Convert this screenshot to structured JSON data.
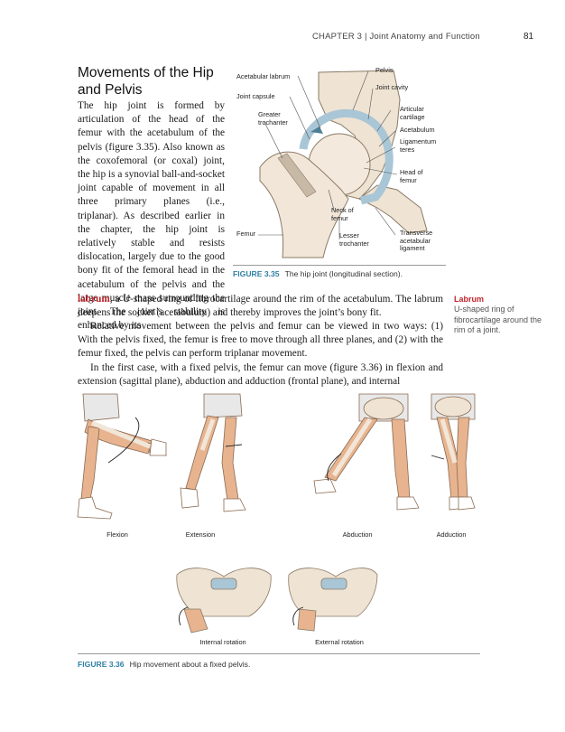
{
  "header": {
    "running_head": "CHAPTER 3 | Joint Anatomy and Function",
    "page_number": "81"
  },
  "section": {
    "title": "Movements of the Hip and Pelvis"
  },
  "body": {
    "p1_col": "The hip joint is formed by articulation of the head of the femur with the acetabulum of the pelvis (figure 3.35). Also known as the coxofemoral (or coxal) joint, the hip is a synovial ball-and-socket joint capable of movement in all three primary planes (i.e., triplanar). As described earlier in the chapter, the hip joint is relatively stable and resists dislocation, largely due to the good bony fit of the femoral head in the acetabulum of the pelvis and the large muscle mass surrounding the joint. The joint’s stability is enhanced by its",
    "p1_term": "labrum",
    "p1_rest": ", a U-shaped ring of fibrocartilage around the rim of the acetabulum. The labrum deepens the socket (acetabulum) and thereby improves the joint’s bony fit.",
    "p2": "Relative movement between the pelvis and femur can be viewed in two ways: (1) With the pelvis fixed, the femur is free to move through all three planes, and (2) with the femur fixed, the pelvis can perform triplanar movement.",
    "p3": "In the first case, with a fixed pelvis, the femur can move (figure 3.36) in flexion and extension (sagittal plane), abduction and adduction (frontal plane), and internal"
  },
  "sidenote": {
    "term": "Labrum",
    "definition": "U-shaped ring of fibrocartilage around the rim of a joint."
  },
  "figure_335": {
    "number": "FIGURE 3.35",
    "caption": "The hip joint (longitudinal section).",
    "labels": {
      "acetabular_labrum": "Acetabular labrum",
      "pelvis": "Pelvis",
      "joint_capsule": "Joint capsule",
      "joint_cavity": "Joint cavity",
      "greater_trochanter": "Greater trochanter",
      "articular_cartilage": "Articular cartilage",
      "acetabulum": "Acetabulum",
      "ligamentum_teres": "Ligamentum teres",
      "head_of_femur": "Head of femur",
      "neck_of_femur": "Neck of femur",
      "femur": "Femur",
      "lesser_trochanter": "Lesser trochanter",
      "transverse_acetabular_ligament": "Transverse acetabular ligament"
    }
  },
  "figure_336": {
    "number": "FIGURE 3.36",
    "caption": "Hip movement about a fixed pelvis.",
    "labels": {
      "flexion": "Flexion",
      "extension": "Extension",
      "abduction": "Abduction",
      "adduction": "Adduction",
      "internal_rotation": "Internal rotation",
      "external_rotation": "External rotation"
    }
  },
  "colors": {
    "accent_red": "#c0262d",
    "figure_blue": "#2f7fa4",
    "skin": "#e7b48f",
    "bone": "#f1e6d8",
    "cartilage": "#a9c6d6"
  }
}
